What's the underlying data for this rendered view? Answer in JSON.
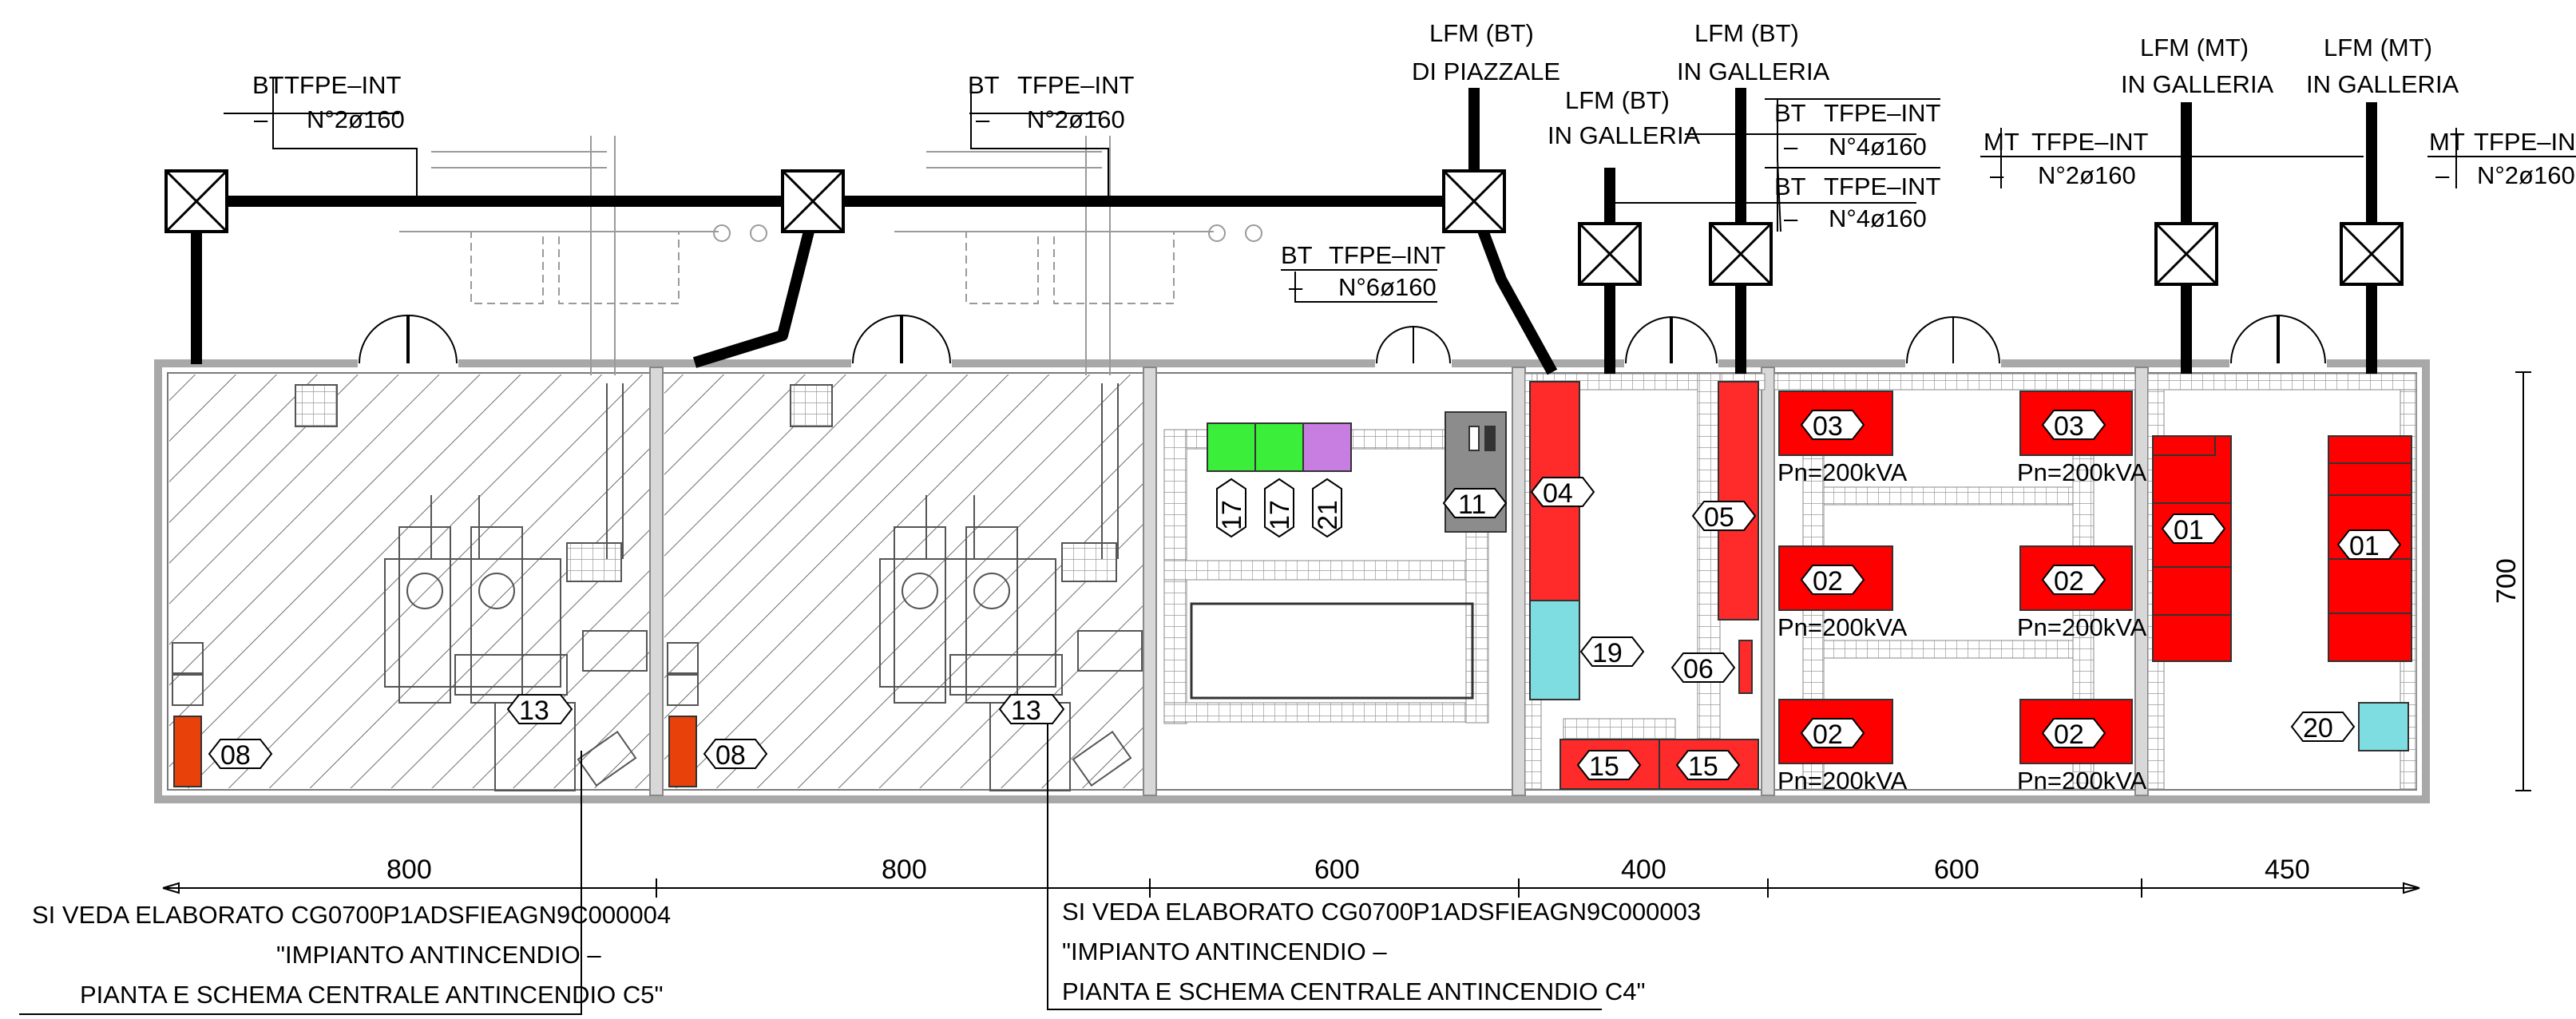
{
  "colors": {
    "transformer": "#ff0000",
    "sts": "#ff2a2a",
    "ups": "#7ddde0",
    "green_panel": "#3aee3a",
    "purple_panel": "#c77ee0",
    "fire_panel": "#e8410a",
    "grey_panel": "#8c8c8c",
    "wall": "#b0b0b0",
    "line": "#000000"
  },
  "labels": {
    "bt": "BT",
    "mt": "MT",
    "dash": "–",
    "tfpe": "TFPE–INT",
    "n2": "N°2ø160",
    "n4": "N°4ø160",
    "n6": "N°6ø160",
    "lfm_bt": "LFM (BT)",
    "lfm_mt": "LFM (MT)",
    "di_piazzale": "DI PIAZZALE",
    "in_galleria": "IN GALLERIA",
    "pn": "Pn=200kVA"
  },
  "tags": {
    "t01": "01",
    "t02": "02",
    "t03": "03",
    "t04": "04",
    "t05": "05",
    "t06": "06",
    "t08": "08",
    "t11": "11",
    "t13": "13",
    "t15": "15",
    "t17": "17",
    "t19": "19",
    "t20": "20",
    "t21": "21"
  },
  "dimensions": {
    "d800": "800",
    "d600": "600",
    "d400": "400",
    "d450": "450",
    "d700": "700"
  },
  "notes": {
    "c5": [
      "SI VEDA ELABORATO CG0700P1ADSFIEAGN9C000004",
      "\"IMPIANTO ANTINCENDIO –",
      "PIANTA E SCHEMA CENTRALE ANTINCENDIO C5\""
    ],
    "c4": [
      "SI VEDA ELABORATO CG0700P1ADSFIEAGN9C000003",
      "\"IMPIANTO ANTINCENDIO –",
      "PIANTA E SCHEMA CENTRALE ANTINCENDIO C4\""
    ]
  }
}
